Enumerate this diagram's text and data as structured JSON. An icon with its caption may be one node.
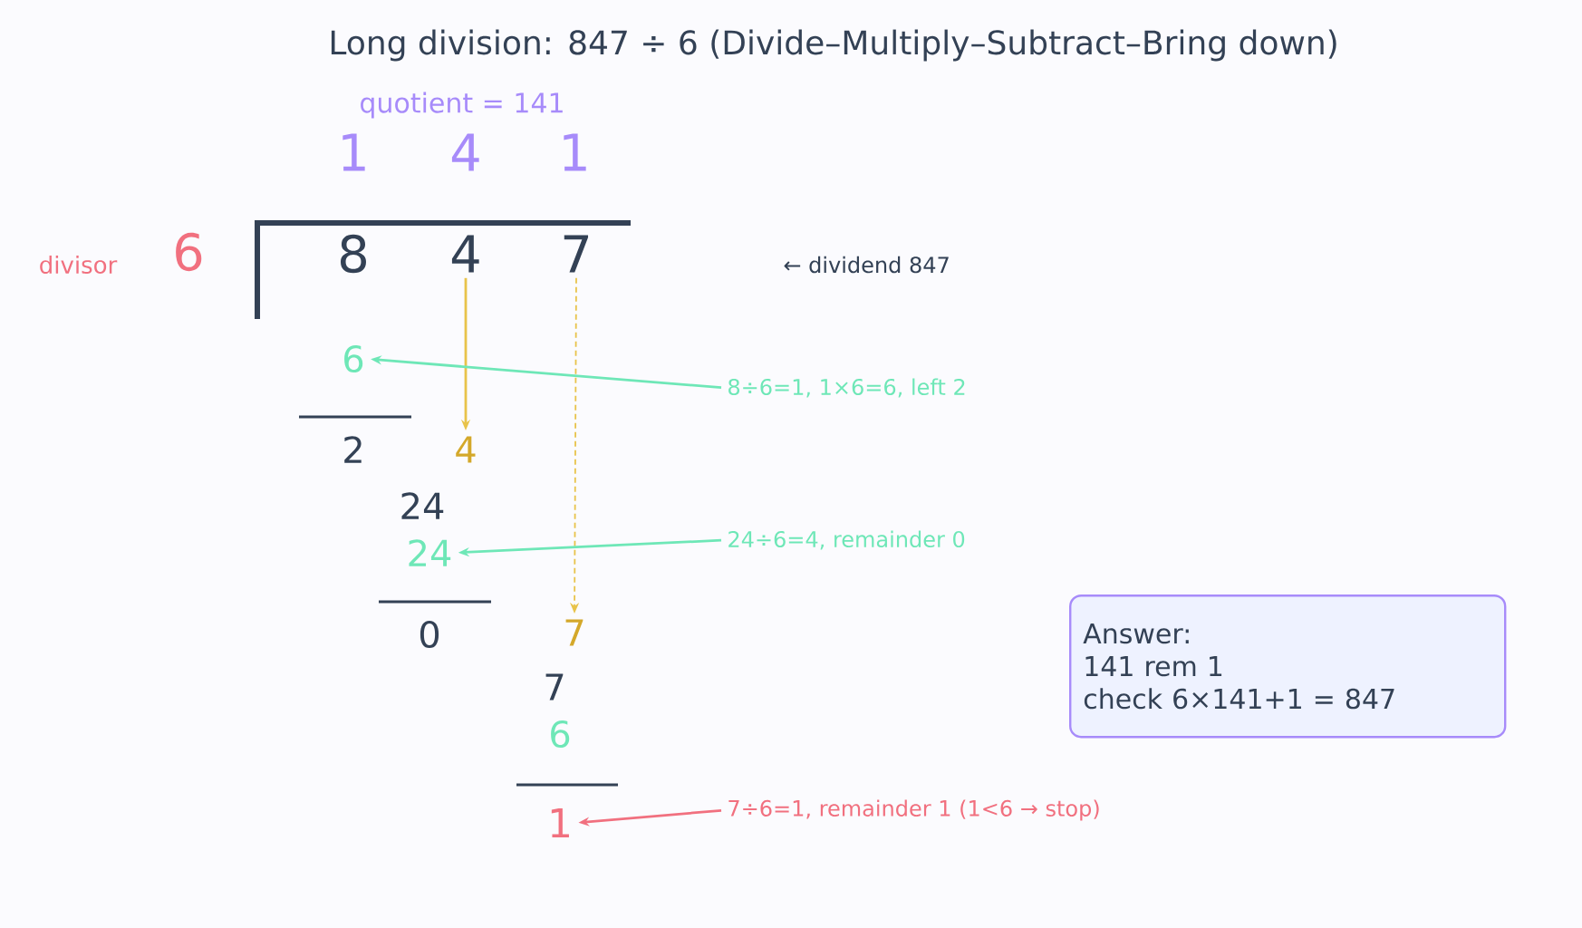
{
  "diagram": {
    "title": "Long division: 847 ÷ 6  (Divide–Multiply–Subtract–Bring down)",
    "nodes": [
      {
        "text": [
          "4"
        ]
      },
      {
        "text": [
          "7"
        ]
      },
      {
        "text": [
          "6"
        ]
      },
      {
        "text": [
          "4"
        ]
      },
      {
        "text": [
          "24"
        ]
      },
      {
        "text": [
          "7"
        ]
      },
      {
        "text": [
          "1"
        ]
      },
      {
        "text": [
          "8÷6=1, 1×6=6, left 2"
        ]
      },
      {
        "text": [
          "24÷6=4, remainder 0"
        ]
      },
      {
        "text": [
          "7÷6=1, remainder 1 (1<6 → stop)"
        ]
      },
      {
        "text": [
          "Answer:",
          "141 rem 1",
          "check 6×141+1 = 847"
        ]
      }
    ],
    "edges": [
      {
        "from": 0,
        "to": 3,
        "arrow": "to",
        "color": "#e8c34a"
      },
      {
        "from": 1,
        "to": 5,
        "arrow": "to",
        "style": "dashed",
        "color": "#e8c34a"
      },
      {
        "from": 7,
        "to": 2,
        "arrow": "to",
        "color": "#6ee7b7"
      },
      {
        "from": 8,
        "to": 4,
        "arrow": "to",
        "color": "#6ee7b7"
      },
      {
        "from": 9,
        "to": 6,
        "arrow": "to",
        "color": "#f1707f"
      }
    ],
    "labels": [
      "quotient = 141",
      "1",
      "4",
      "1",
      "divisor",
      "6",
      "8",
      "← dividend 847",
      "2",
      "24",
      "0",
      "7",
      "6"
    ]
  }
}
